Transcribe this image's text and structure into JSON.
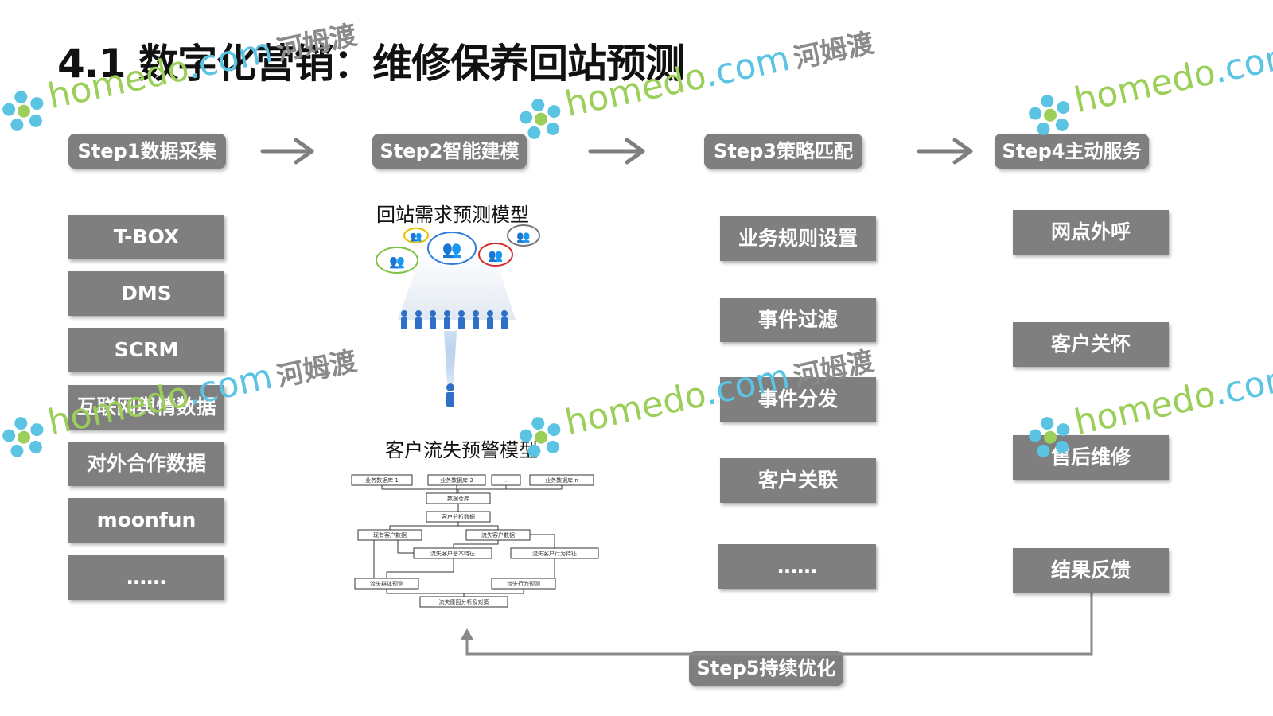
{
  "title": "4.1 数字化营销：维修保养回站预测",
  "steps": {
    "s1": "Step1数据采集",
    "s2": "Step2智能建模",
    "s3": "Step3策略匹配",
    "s4": "Step4主动服务",
    "s5": "Step5持续优化"
  },
  "col1": [
    "T-BOX",
    "DMS",
    "SCRM",
    "互联网舆情数据",
    "对外合作数据",
    "moonfun",
    "……"
  ],
  "model": {
    "title1": "回站需求预测模型",
    "title2": "客户流失预警模型",
    "flow": {
      "db1": "业务数据库 1",
      "db2": "业务数据库 2",
      "db3": "…",
      "dbn": "业务数据库 n",
      "warehouse": "数据仓库",
      "analysis": "客户分析数据",
      "current": "现有客户数据",
      "lost": "流失客户数据",
      "lost_basic": "流失客户基本特征",
      "lost_behavior": "流失客户行为特征",
      "group_pred": "流失群体预测",
      "behavior_pred": "流失行为预测",
      "cause": "流失原因分析及对策"
    }
  },
  "col3": [
    "业务规则设置",
    "事件过滤",
    "事件分发",
    "客户关联",
    "……"
  ],
  "col4": [
    "网点外呼",
    "客户关怀",
    "售后维修",
    "结果反馈"
  ],
  "watermark": {
    "brand": "homedo",
    "domain": ".com",
    "cn": "河姆渡"
  },
  "colors": {
    "box": "#7f7f7f",
    "arrow": "#7f7f7f",
    "wm_green": "#9bcf5a",
    "wm_blue": "#5bc4e3"
  }
}
